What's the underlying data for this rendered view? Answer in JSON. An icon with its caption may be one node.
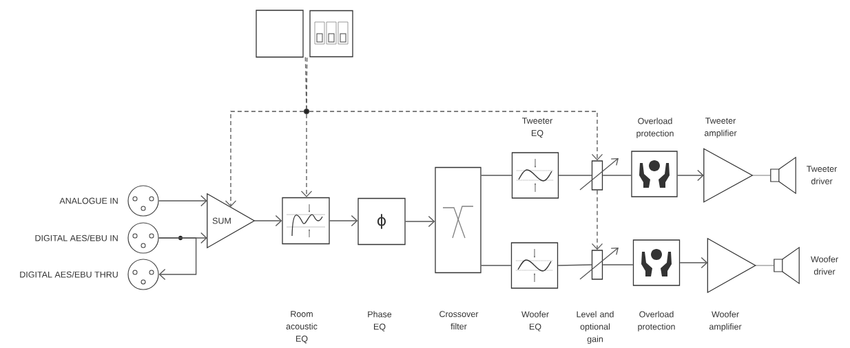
{
  "diagram": {
    "nodes": [
      {
        "text": [],
        "shape": "box"
      },
      {
        "text": [],
        "shape": "box"
      },
      {
        "text": [],
        "shape": "circle"
      },
      {
        "text": [],
        "shape": "circle",
        "beside": [
          "ANALOGUE IN"
        ]
      },
      {
        "text": [],
        "shape": "circle",
        "beside": [
          "DIGITAL AES/EBU IN"
        ]
      },
      {
        "text": [],
        "shape": "circle",
        "beside": [
          "DIGITAL AES/EBU THRU"
        ]
      },
      {
        "text": [
          "SUM"
        ]
      },
      {
        "text": [],
        "shape": "box"
      },
      {
        "text": [
          "ϕ"
        ]
      },
      {
        "text": [],
        "shape": "box"
      },
      {
        "text": [],
        "shape": "box",
        "beside": [
          "Tweeter EQ"
        ]
      },
      {
        "text": [],
        "shape": "box",
        "beside": [
          "Woofer EQ"
        ]
      },
      {
        "text": [],
        "shape": "box"
      },
      {
        "text": [],
        "shape": "box",
        "beside": [
          "Level and optional gain"
        ]
      },
      {
        "text": [],
        "shape": "box",
        "beside": [
          "Overload protection"
        ]
      },
      {
        "text": [],
        "shape": "box",
        "beside": [
          "Overload protection"
        ]
      },
      {
        "text": [],
        "shape": "triangle",
        "beside": [
          "Tweeter amplifier"
        ]
      },
      {
        "text": [],
        "shape": "triangle",
        "beside": [
          "Woofer amplifier"
        ]
      },
      {
        "text": [],
        "shape": "speaker",
        "beside": [
          "Tweeter driver"
        ]
      },
      {
        "text": [],
        "shape": "speaker",
        "beside": [
          "Woofer driver"
        ]
      }
    ],
    "edges": [
      {
        "from": 0,
        "to": 2,
        "arrow": "none",
        "style": "dashed"
      },
      {
        "from": 1,
        "to": 2,
        "arrow": "none",
        "style": "dashed"
      },
      {
        "from": 2,
        "to": 6,
        "arrow": "to",
        "style": "dashed"
      },
      {
        "from": 2,
        "to": 7,
        "arrow": "to",
        "style": "dashed"
      },
      {
        "from": 2,
        "to": 12,
        "arrow": "to",
        "style": "dashed"
      },
      {
        "from": 12,
        "to": 13,
        "arrow": "to",
        "style": "dashed"
      },
      {
        "from": 3,
        "to": 6,
        "arrow": "to"
      },
      {
        "from": 4,
        "to": 6,
        "arrow": "to"
      },
      {
        "from": 4,
        "to": 5,
        "arrow": "to"
      },
      {
        "from": 6,
        "to": 7,
        "arrow": "to"
      },
      {
        "from": 7,
        "to": 8,
        "arrow": "to"
      },
      {
        "from": 8,
        "to": 9,
        "arrow": "to"
      },
      {
        "from": 9,
        "to": 10,
        "arrow": "none"
      },
      {
        "from": 9,
        "to": 11,
        "arrow": "none"
      },
      {
        "from": 10,
        "to": 12,
        "arrow": "none"
      },
      {
        "from": 11,
        "to": 13,
        "arrow": "none"
      },
      {
        "from": 12,
        "to": 14,
        "arrow": "none"
      },
      {
        "from": 13,
        "to": 15,
        "arrow": "none"
      },
      {
        "from": 14,
        "to": 16,
        "arrow": "to"
      },
      {
        "from": 15,
        "to": 17,
        "arrow": "to"
      },
      {
        "from": 16,
        "to": 18,
        "arrow": "none"
      },
      {
        "from": 17,
        "to": 19,
        "arrow": "none"
      }
    ],
    "labels": [
      "Room acoustic EQ",
      "Phase EQ",
      "Crossover filter"
    ]
  }
}
